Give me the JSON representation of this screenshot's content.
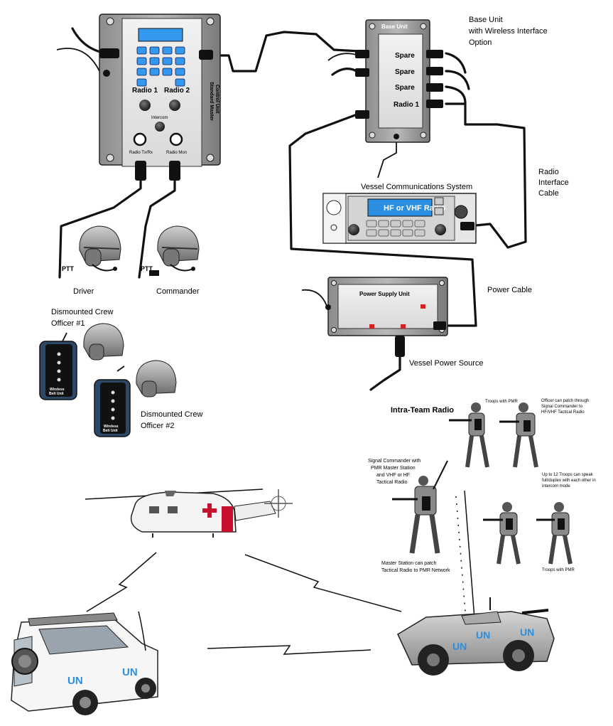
{
  "control_unit": {
    "radio1": "Radio 1",
    "radio2": "Radio 2",
    "intercom": "Intercom",
    "radio_txrx": "Radio Tx/Rx",
    "radio_mon": "Radio Mon",
    "side_label_1": "Standard Master",
    "side_label_2": "Control Unit"
  },
  "base_unit": {
    "title": "Base Unit",
    "ports": [
      "Spare",
      "Spare",
      "Spare",
      "Radio 1"
    ],
    "caption_1": "Base Unit",
    "caption_2": "with Wireless Interface",
    "caption_3": "Option"
  },
  "radio_cable": {
    "line1": "Radio",
    "line2": "Interface",
    "line3": "Cable"
  },
  "vessel_comms": {
    "title": "Vessel Communications System",
    "screen": "HF or VHF Radio"
  },
  "power_supply": {
    "title": "Power Supply Unit",
    "cable": "Power Cable",
    "source": "Vessel Power Source"
  },
  "crew": {
    "driver": "Driver",
    "commander": "Commander",
    "ptt1": "PTT",
    "ptt2": "PTT",
    "dismounted1_l1": "Dismounted Crew",
    "dismounted1_l2": "Officer #1",
    "dismounted2_l1": "Dismounted Crew",
    "dismounted2_l2": "Officer #2",
    "belt_l1": "Wireless",
    "belt_l2": "Belt Unit"
  },
  "intra_team": {
    "title": "Intra-Team Radio",
    "troops_pmr_top": "Troops with PMR",
    "officer_note": [
      "Officer can patch through",
      "Signal Commander to",
      "HF/VHF Tactical Radio"
    ],
    "signal_cmdr": [
      "Signal Commander with",
      "PMR Master Station",
      "and VHF or HF",
      "Tactical Radio"
    ],
    "up_to_12": [
      "Up to 12 Troops can speak",
      "full/duplex with each other in",
      "intercom mode"
    ],
    "master_station": [
      "Master Station can patch",
      "Tactical Radio to PMR Network"
    ],
    "troops_pmr_bottom": "Troops with PMR"
  },
  "vehicles": {
    "un_jeep_1": "UN",
    "un_jeep_2": "UN",
    "un_apc_1": "UN",
    "un_apc_2": "UN",
    "un_apc_3": "UN"
  }
}
